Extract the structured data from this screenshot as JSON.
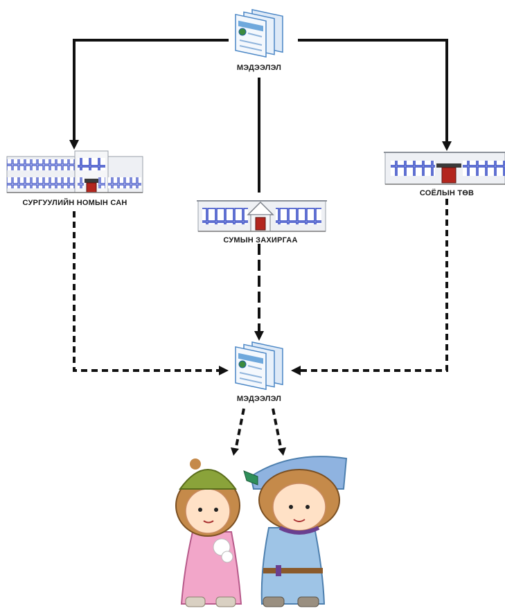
{
  "top_node": {
    "label": "МЭДЭЭЛЭЛ",
    "icon": "documents-icon"
  },
  "buildings": [
    {
      "id": "school-library",
      "label": "СУРГУУЛИЙН НОМЫН САН",
      "icon": "building-icon"
    },
    {
      "id": "soum-office",
      "label": "СУМЫН ЗАХИРГАА",
      "icon": "building-icon"
    },
    {
      "id": "culture-center",
      "label": "СОЁЛЫН ТӨВ",
      "icon": "building-icon"
    }
  ],
  "bottom_node": {
    "label": "МЭДЭЭЛЭЛ",
    "icon": "documents-icon"
  },
  "audience": {
    "icon": "children-illustration"
  },
  "colors": {
    "line": "#111111",
    "building_wall": "#eef0f4",
    "window": "#3b4fc8",
    "door": "#b3261e",
    "doc_blue": "#6fa8dc"
  }
}
